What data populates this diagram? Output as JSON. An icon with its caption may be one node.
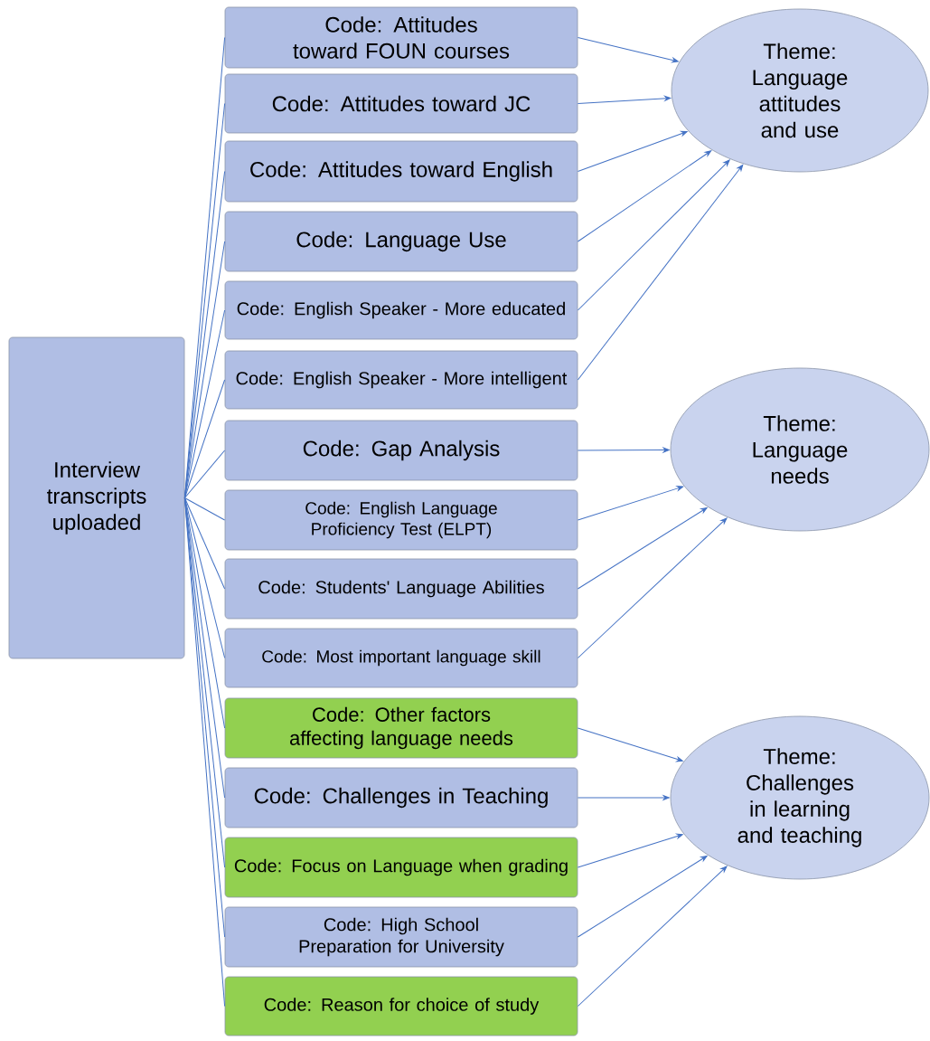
{
  "diagram": {
    "nodes": [
      {
        "text": [
          "Interview transcripts uploaded"
        ]
      },
      {
        "text": [
          "Code: Attitudes toward FOUN courses"
        ]
      },
      {
        "text": [
          "Code: Attitudes toward JC"
        ]
      },
      {
        "text": [
          "Code: Attitudes toward English"
        ]
      },
      {
        "text": [
          "Code: Language Use"
        ]
      },
      {
        "text": [
          "Code: English Speaker - More educated"
        ]
      },
      {
        "text": [
          "Code: English Speaker - More intelligent"
        ]
      },
      {
        "text": [
          "Code: Gap Analysis"
        ]
      },
      {
        "text": [
          "Code: English Language Proficiency Test (ELPT)"
        ]
      },
      {
        "text": [
          "Code: Students' Language Abilities"
        ]
      },
      {
        "text": [
          "Code: Most important language skill"
        ]
      },
      {
        "text": [
          "Code: Other factors affecting language needs"
        ]
      },
      {
        "text": [
          "Code: Challenges in Teaching"
        ]
      },
      {
        "text": [
          "Code: Focus on Language when grading"
        ]
      },
      {
        "text": [
          "Code: High School Preparation for University"
        ]
      },
      {
        "text": [
          "Code: Reason for choice of study"
        ]
      },
      {
        "text": [
          "Theme: Language attitudes and use"
        ]
      },
      {
        "text": [
          "Theme: Language needs"
        ]
      },
      {
        "text": [
          "Theme: Challenges in learning and teaching"
        ]
      }
    ],
    "edges": [
      {
        "from": 0,
        "to": 1,
        "arrow": "none"
      },
      {
        "from": 0,
        "to": 2,
        "arrow": "none"
      },
      {
        "from": 0,
        "to": 3,
        "arrow": "none"
      },
      {
        "from": 0,
        "to": 4,
        "arrow": "none"
      },
      {
        "from": 0,
        "to": 5,
        "arrow": "none"
      },
      {
        "from": 0,
        "to": 6,
        "arrow": "none"
      },
      {
        "from": 0,
        "to": 7,
        "arrow": "none"
      },
      {
        "from": 0,
        "to": 8,
        "arrow": "none"
      },
      {
        "from": 0,
        "to": 9,
        "arrow": "none"
      },
      {
        "from": 0,
        "to": 10,
        "arrow": "none"
      },
      {
        "from": 0,
        "to": 11,
        "arrow": "none"
      },
      {
        "from": 0,
        "to": 12,
        "arrow": "none"
      },
      {
        "from": 0,
        "to": 13,
        "arrow": "none"
      },
      {
        "from": 0,
        "to": 14,
        "arrow": "none"
      },
      {
        "from": 0,
        "to": 15,
        "arrow": "none"
      },
      {
        "from": 1,
        "to": 16,
        "arrow": "to"
      },
      {
        "from": 2,
        "to": 16,
        "arrow": "to"
      },
      {
        "from": 3,
        "to": 16,
        "arrow": "to"
      },
      {
        "from": 4,
        "to": 16,
        "arrow": "to"
      },
      {
        "from": 5,
        "to": 16,
        "arrow": "to"
      },
      {
        "from": 6,
        "to": 16,
        "arrow": "to"
      },
      {
        "from": 7,
        "to": 17,
        "arrow": "to"
      },
      {
        "from": 8,
        "to": 17,
        "arrow": "to"
      },
      {
        "from": 9,
        "to": 17,
        "arrow": "to"
      },
      {
        "from": 10,
        "to": 17,
        "arrow": "to"
      },
      {
        "from": 11,
        "to": 18,
        "arrow": "to"
      },
      {
        "from": 12,
        "to": 18,
        "arrow": "to"
      },
      {
        "from": 13,
        "to": 18,
        "arrow": "to"
      },
      {
        "from": 14,
        "to": 18,
        "arrow": "to"
      },
      {
        "from": 15,
        "to": 18,
        "arrow": "to"
      }
    ]
  }
}
